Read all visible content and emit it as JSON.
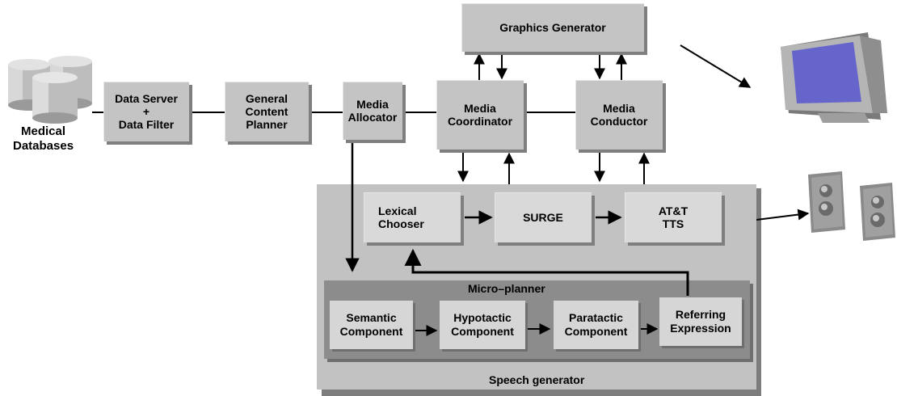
{
  "sources": {
    "label": "Medical\nDatabases"
  },
  "top_row": {
    "data_server": "Data Server\n+\nData Filter",
    "content_planner": "General\nContent\nPlanner",
    "media_allocator": "Media\nAllocator",
    "media_coordinator": "Media\nCoordinator",
    "media_conductor": "Media\nConductor",
    "graphics_generator": "Graphics Generator"
  },
  "speech": {
    "title": "Speech generator",
    "lexical_chooser": "Lexical\nChooser",
    "surge": "SURGE",
    "tts": "AT&T\nTTS",
    "micro_planner": {
      "title": "Micro–planner",
      "semantic": "Semantic\nComponent",
      "hypotactic": "Hypotactic\nComponent",
      "paratactic": "Paratactic\nComponent",
      "referring": "Referring\nExpression"
    }
  },
  "colors": {
    "panel": "#c2c2c2",
    "micro_planner": "#8c8c8c",
    "monitor_screen": "#6565cc",
    "box": "#c4c4c4"
  }
}
